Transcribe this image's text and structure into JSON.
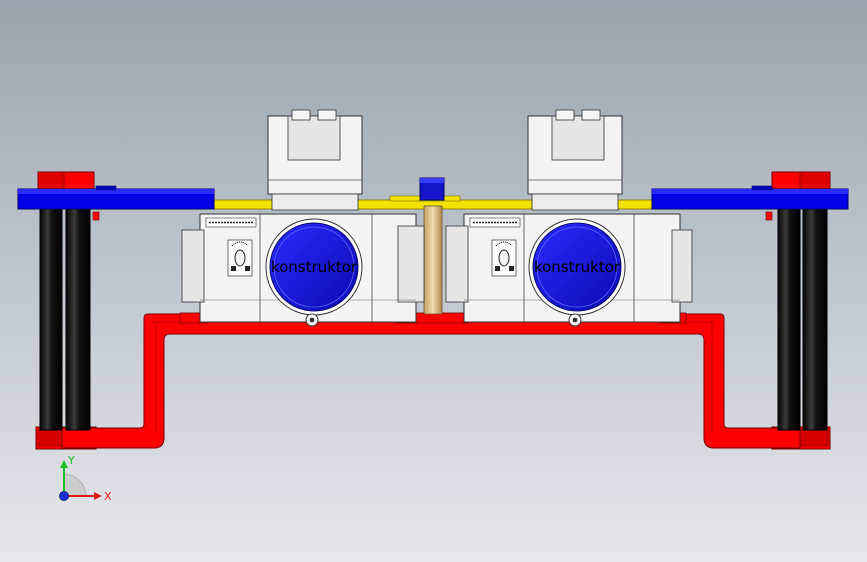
{
  "valve_left": {
    "logo_text": "konstruktor"
  },
  "valve_right": {
    "logo_text": "konstruktor"
  },
  "triad": {
    "x_label": "X",
    "y_label": "Y"
  },
  "colors": {
    "frame_red": "#ff0000",
    "bracket_blue": "#0000e6",
    "roller_black": "#111111",
    "plate_yellow": "#f2e200",
    "housing_white": "#f4f4f4",
    "cap_blue": "#1414d8",
    "triad_x": "#e11b1b",
    "triad_y": "#1fbf2a",
    "triad_z": "#1a2fd6"
  }
}
